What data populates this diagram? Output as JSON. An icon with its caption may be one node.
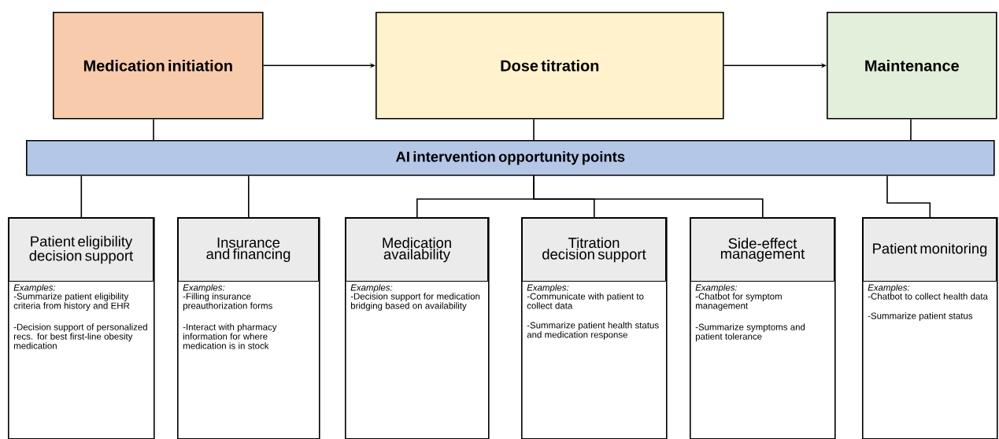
{
  "diagram": {
    "nodes": [
      {
        "text": [
          "Medication initiation"
        ]
      },
      {
        "text": [
          "Dose titration"
        ]
      },
      {
        "text": [
          "Maintenance"
        ]
      },
      {
        "text": [
          "AI intervention opportunity points"
        ]
      },
      {
        "text": [
          "Patient eligibility decision support",
          "Examples:",
          "-Summarize patient eligibility criteria from history and EHR",
          "-Decision support of personalized recs. for best first-line obesity medication"
        ]
      },
      {
        "text": [
          "Insurance and financing",
          "Examples:",
          "-Filling insurance preauthorization forms",
          "-Interact with pharmacy information for where medication is in stock"
        ]
      },
      {
        "text": [
          "Medication availability",
          "Examples:",
          "-Decision support for medication bridging based on availability"
        ]
      },
      {
        "text": [
          "Titration decision support",
          "Examples:",
          "-Communicate with patient to collect data",
          "-Summarize patient health status and medication response"
        ]
      },
      {
        "text": [
          "Side-effect management",
          "Examples:",
          "-Chatbot for symptom management",
          "-Summarize symptoms and patient tolerance"
        ]
      },
      {
        "text": [
          "Patient monitoring",
          "Examples:",
          "-Chatbot to collect health data",
          "-Summarize patient status"
        ]
      }
    ],
    "edges": [
      {
        "from": 0,
        "to": 1,
        "arrow": "to"
      },
      {
        "from": 1,
        "to": 2,
        "arrow": "to"
      },
      {
        "from": 0,
        "to": 3,
        "arrow": "none"
      },
      {
        "from": 1,
        "to": 3,
        "arrow": "none"
      },
      {
        "from": 2,
        "to": 3,
        "arrow": "none"
      },
      {
        "from": 3,
        "to": 4,
        "arrow": "none"
      },
      {
        "from": 3,
        "to": 5,
        "arrow": "none"
      },
      {
        "from": 3,
        "to": 6,
        "arrow": "none"
      },
      {
        "from": 3,
        "to": 7,
        "arrow": "none"
      },
      {
        "from": 3,
        "to": 8,
        "arrow": "none"
      },
      {
        "from": 3,
        "to": 9,
        "arrow": "none"
      }
    ]
  }
}
